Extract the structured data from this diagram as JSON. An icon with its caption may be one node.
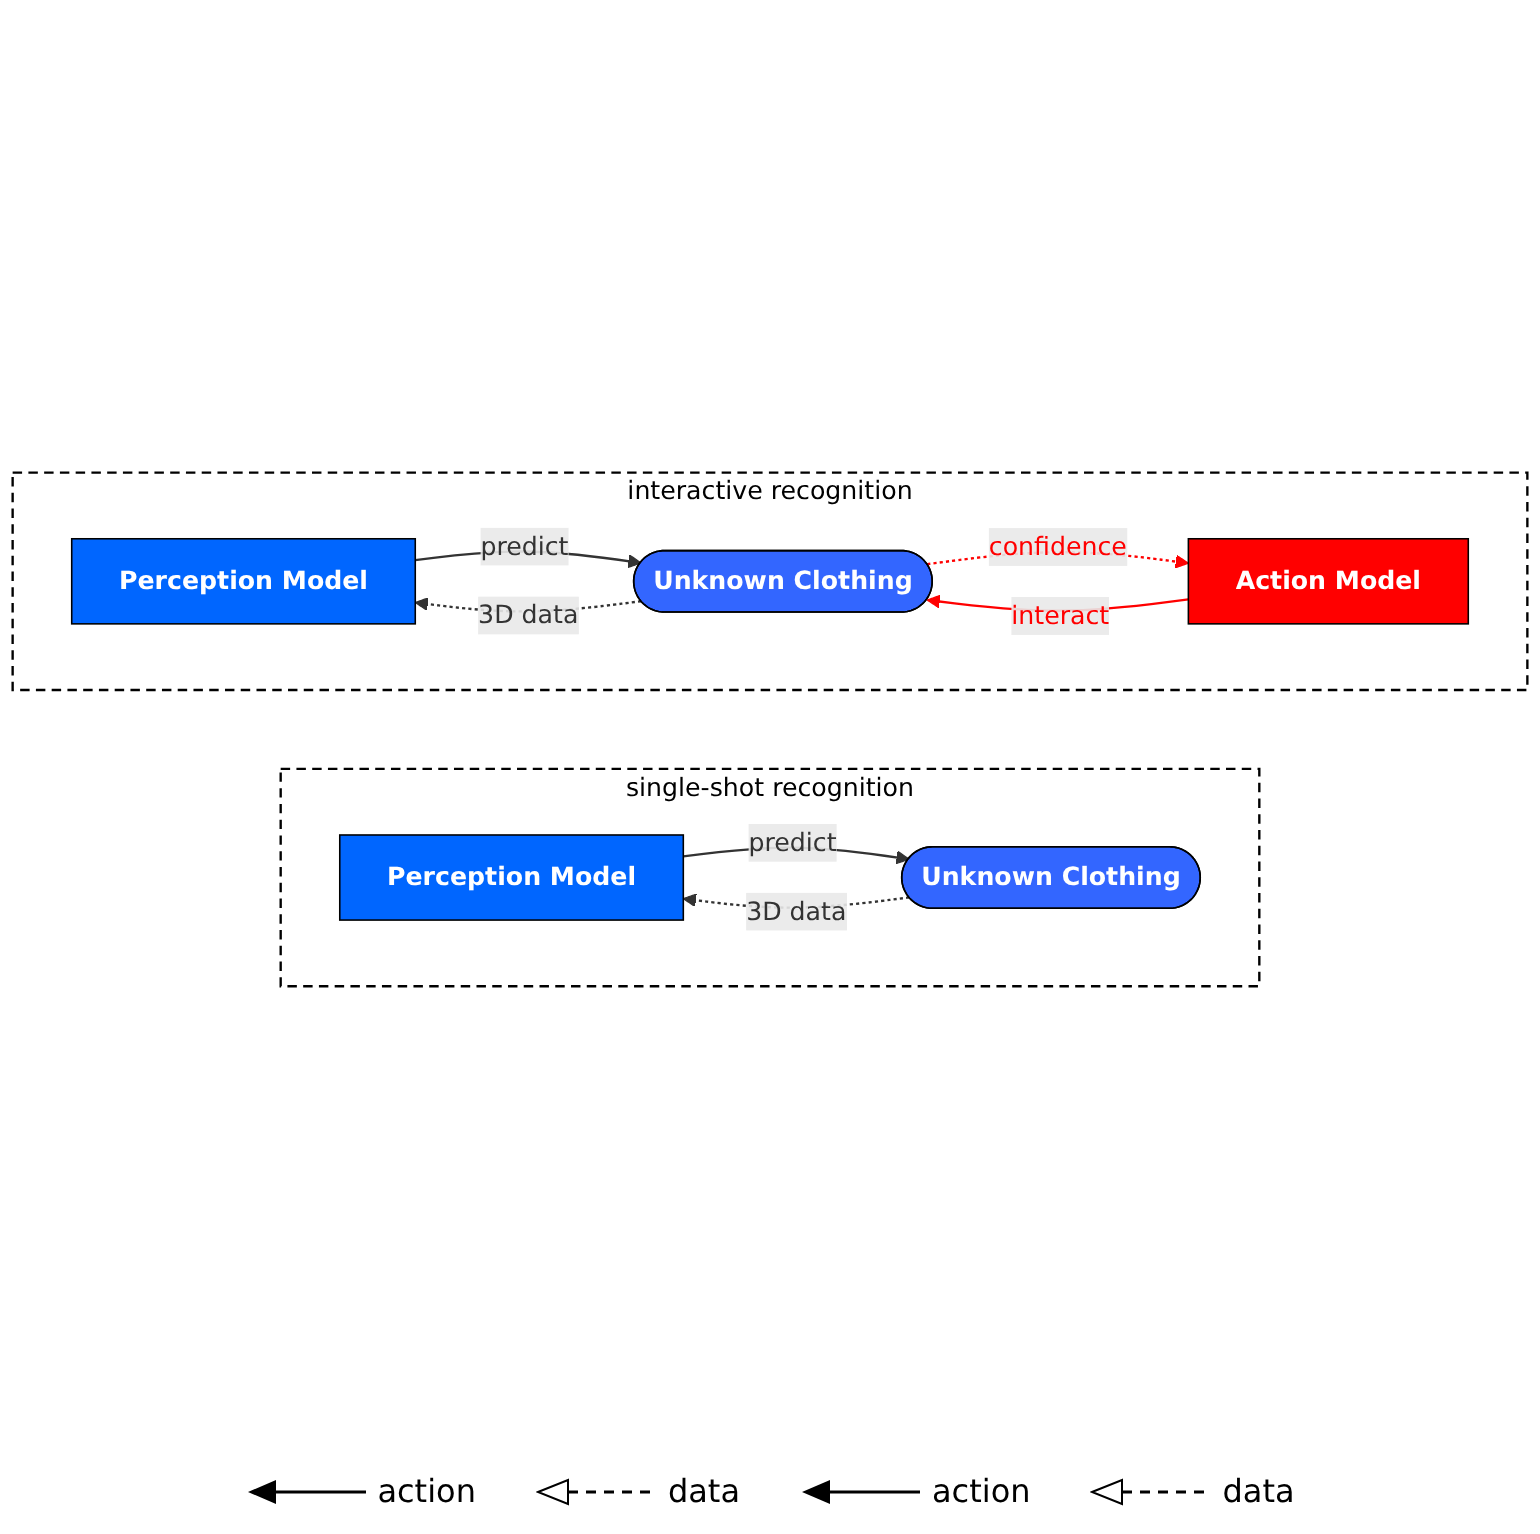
{
  "diagram": {
    "nodes": [
      {
        "text": [
          "single-shot recognition"
        ]
      },
      {
        "text": [
          "Perception Model"
        ],
        "in": 0
      },
      {
        "text": [
          "Unknown Clothing"
        ],
        "in": 0
      },
      {
        "text": [
          "interactive recognition"
        ]
      },
      {
        "text": [
          "Perception Model"
        ],
        "in": 3
      },
      {
        "text": [
          "Unknown Clothing"
        ],
        "in": 3
      },
      {
        "text": [
          "Action Model"
        ],
        "in": 3
      }
    ],
    "edges": [
      {
        "from": 2,
        "to": 1,
        "arrow": "to",
        "label": "3D data",
        "style": "dashed"
      },
      {
        "from": 1,
        "to": 2,
        "arrow": "to",
        "label": "predict"
      },
      {
        "from": 5,
        "to": 4,
        "arrow": "to",
        "label": "3D data",
        "style": "dashed"
      },
      {
        "from": 4,
        "to": 5,
        "arrow": "to",
        "label": "predict"
      },
      {
        "from": 5,
        "to": 6,
        "arrow": "to",
        "label": "confidence",
        "style": "dashed",
        "color": "#ff0000"
      },
      {
        "from": 6,
        "to": 5,
        "arrow": "to",
        "label": "interact",
        "color": "#ff0000"
      }
    ],
    "legend": [
      {
        "text": "action"
      },
      {
        "text": "data"
      },
      {
        "text": "action"
      },
      {
        "text": "data"
      }
    ]
  }
}
